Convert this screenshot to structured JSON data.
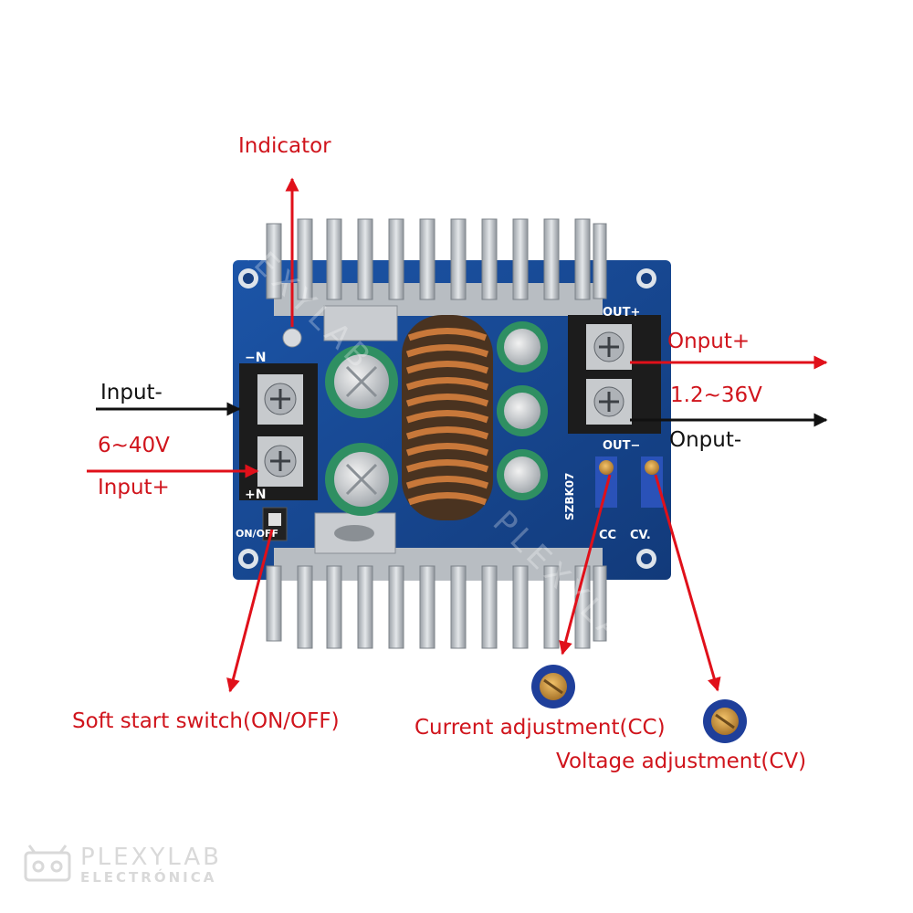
{
  "labels": {
    "indicator": "Indicator",
    "input_minus": "Input-",
    "input_voltage": "6~40V",
    "input_plus": "Input+",
    "output_plus": "Onput+",
    "output_voltage": "1.2~36V",
    "output_minus": "Onput-",
    "soft_start": "Soft start switch(ON/OFF)",
    "current_adjust": "Current adjustment(CC)",
    "voltage_adjust": "Voltage adjustment(CV)"
  },
  "silkscreen": {
    "in_minus": "−N",
    "in_plus": "+N",
    "on_off": "ON/OFF",
    "out_plus": "OUT+",
    "out_minus": "OUT−",
    "cc": "CC",
    "cv": "CV.",
    "model": "SZBK07"
  },
  "watermark": {
    "brand": "PLEXYLAB",
    "subtitle": "ELECTRÓNICA"
  },
  "colors": {
    "arrow_red": "#e0101a",
    "label_red": "#d0141c",
    "pcb_blue": "#1a4d9a",
    "heatsink": "#c9cdd2",
    "copper": "#c8783a"
  }
}
